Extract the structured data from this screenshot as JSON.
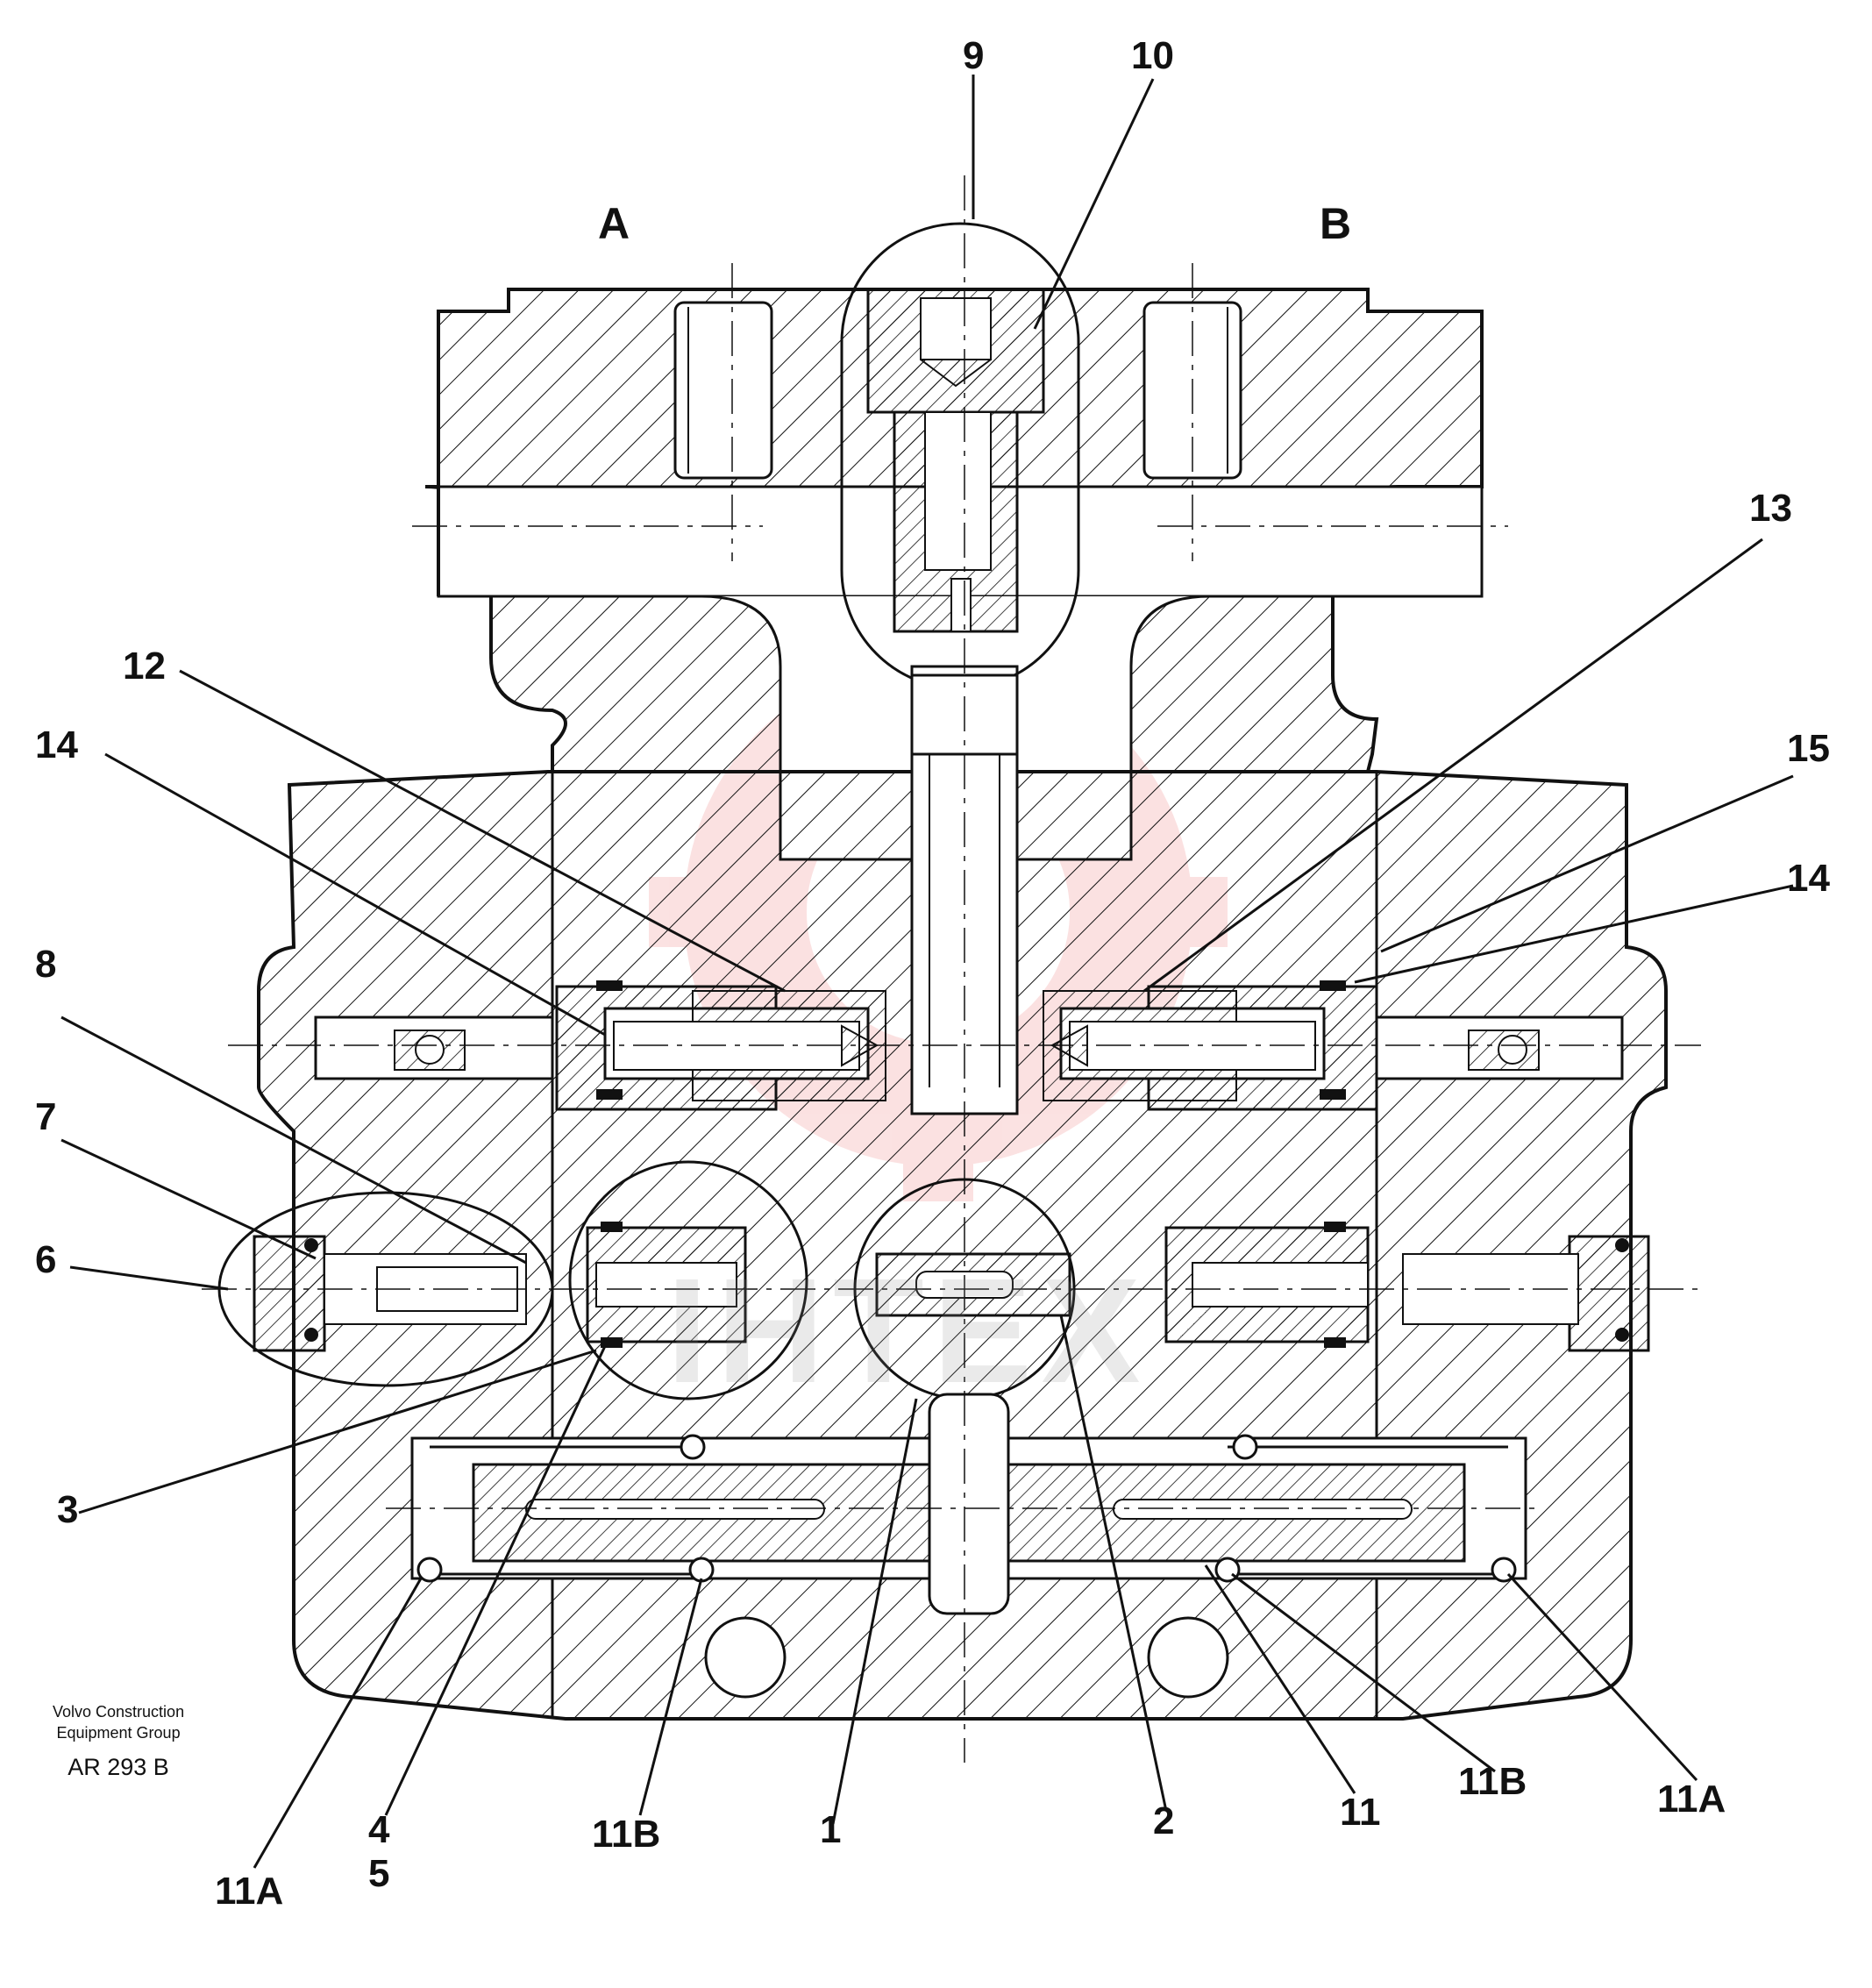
{
  "drawing": {
    "section_labels": {
      "left": "A",
      "right": "B"
    },
    "callouts": [
      {
        "id": "c9",
        "text": "9"
      },
      {
        "id": "c10",
        "text": "10"
      },
      {
        "id": "c13",
        "text": "13"
      },
      {
        "id": "c12",
        "text": "12"
      },
      {
        "id": "c14l",
        "text": "14"
      },
      {
        "id": "c15",
        "text": "15"
      },
      {
        "id": "c14r",
        "text": "14"
      },
      {
        "id": "c8",
        "text": "8"
      },
      {
        "id": "c7",
        "text": "7"
      },
      {
        "id": "c6",
        "text": "6"
      },
      {
        "id": "c3",
        "text": "3"
      },
      {
        "id": "c11Al",
        "text": "11A"
      },
      {
        "id": "c4",
        "text": "4"
      },
      {
        "id": "c5",
        "text": "5"
      },
      {
        "id": "c11Bl",
        "text": "11B"
      },
      {
        "id": "c1",
        "text": "1"
      },
      {
        "id": "c2",
        "text": "2"
      },
      {
        "id": "c11",
        "text": "11"
      },
      {
        "id": "c11Br",
        "text": "11B"
      },
      {
        "id": "c11Ar",
        "text": "11A"
      }
    ],
    "publisher": {
      "line1": "Volvo Construction",
      "line2": "Equipment Group",
      "code": "AR 293  B"
    },
    "watermark": "IHTEX",
    "colors": {
      "ink": "#111111",
      "watermark": "#e74c4c"
    }
  }
}
